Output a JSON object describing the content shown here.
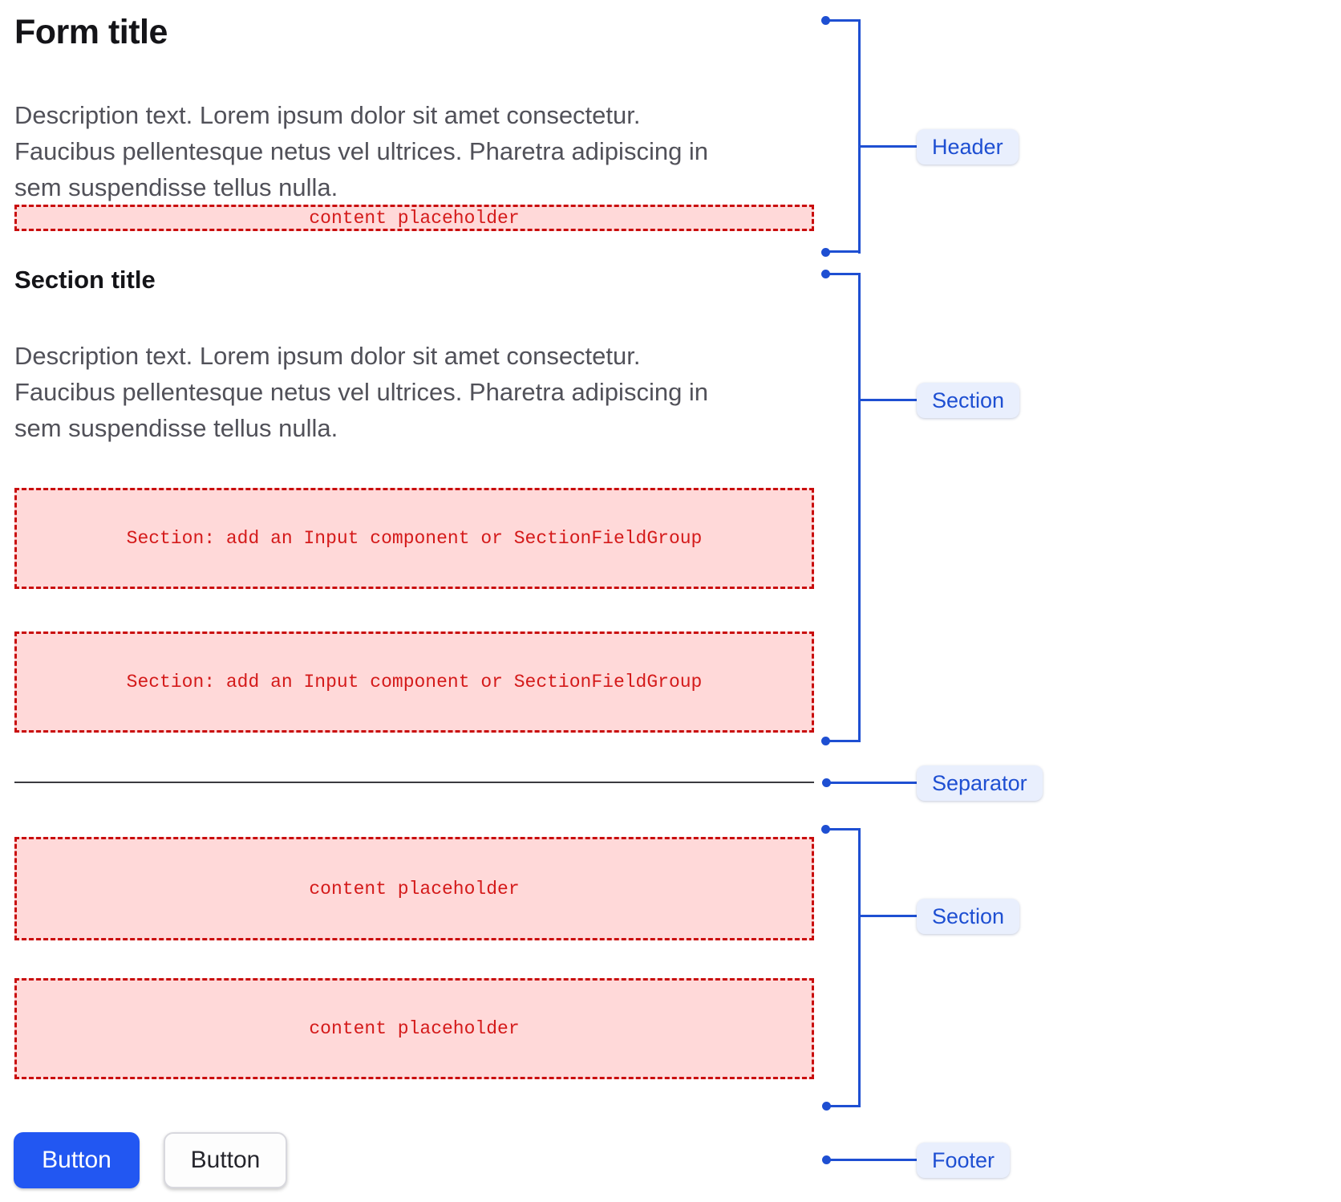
{
  "form": {
    "title": "Form title",
    "description": "Description text. Lorem ipsum dolor sit amet consectetur. Faucibus pellentesque netus vel ultrices. Pharetra adipiscing in sem suspendisse tellus nulla.",
    "header_placeholder": "content placeholder",
    "section": {
      "title": "Section title",
      "description": "Description text. Lorem ipsum dolor sit amet consectetur. Faucibus pellentesque netus vel ultrices. Pharetra adipiscing in sem suspendisse tellus nulla.",
      "placeholders": [
        "Section: add an Input component or SectionFieldGroup",
        "Section: add an Input component or SectionFieldGroup"
      ]
    },
    "content_section": {
      "placeholders": [
        "content placeholder",
        "content placeholder"
      ]
    },
    "footer": {
      "primary_button": "Button",
      "secondary_button": "Button"
    }
  },
  "annotations": {
    "header": "Header",
    "section_top": "Section",
    "separator": "Separator",
    "section_bottom": "Section",
    "footer": "Footer"
  },
  "colors": {
    "annotation_blue": "#1E4FD2",
    "annotation_pill_bg": "#E9EFFD",
    "placeholder_bg": "#FFD9D9",
    "placeholder_border": "#C90D0D",
    "placeholder_text": "#D41A1A",
    "primary_button_bg": "#2257F2",
    "primary_button_text": "#FFFFFF",
    "secondary_button_text": "#25252C",
    "title_text": "#141418",
    "description_text": "#515159",
    "separator_color": "#3A3A40"
  }
}
